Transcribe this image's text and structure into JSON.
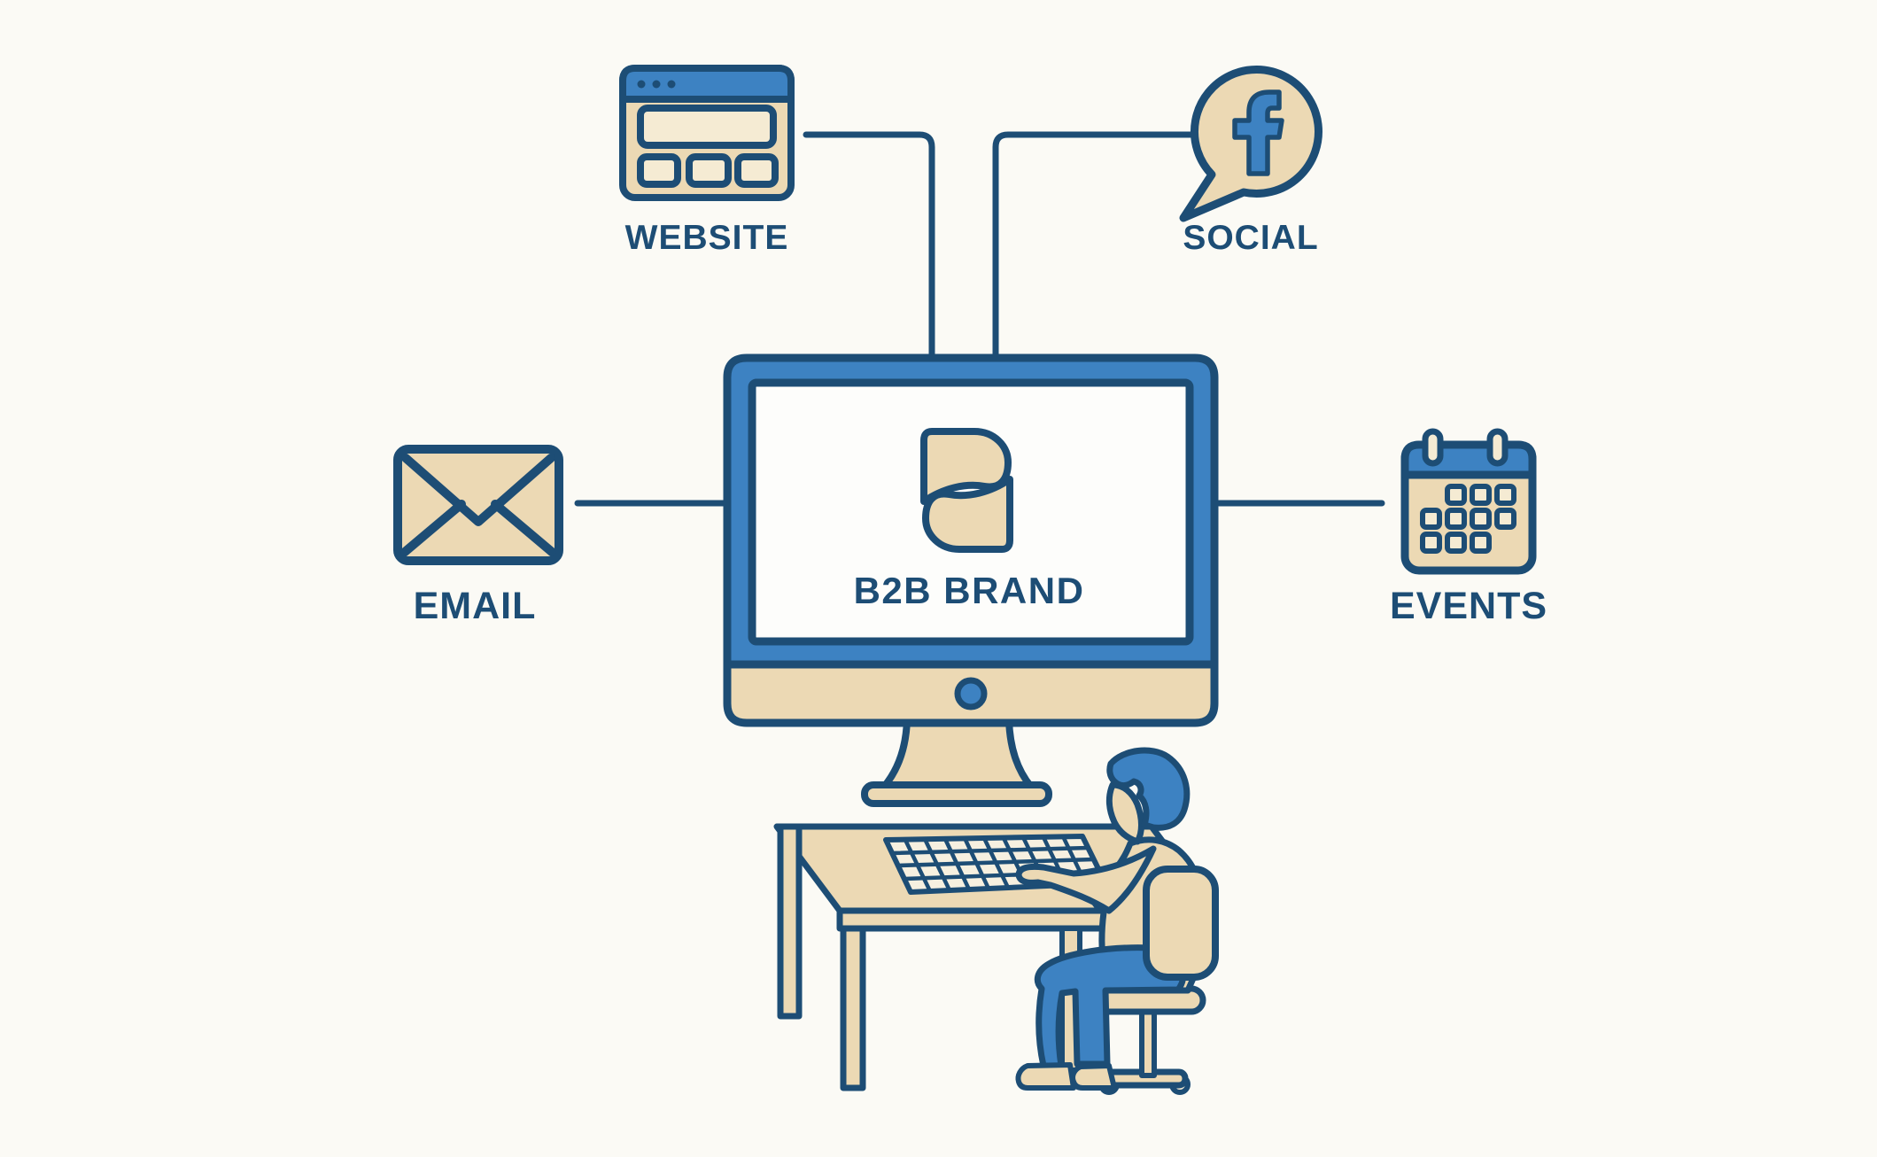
{
  "diagram": {
    "center": {
      "brand": "B2B BRAND",
      "logo_icon": "b-monogram-logo",
      "device_icon": "desktop-monitor-icon"
    },
    "channels": [
      {
        "id": "website",
        "label": "WEBSITE",
        "icon": "browser-window-icon",
        "position": "top-left"
      },
      {
        "id": "social",
        "label": "SOCIAL",
        "icon": "facebook-speech-bubble-icon",
        "position": "top-right"
      },
      {
        "id": "email",
        "label": "EMAIL",
        "icon": "envelope-icon",
        "position": "middle-left"
      },
      {
        "id": "events",
        "label": "EVENTS",
        "icon": "calendar-icon",
        "position": "middle-right"
      }
    ],
    "scene_icon": "person-typing-at-desk"
  },
  "colors": {
    "background": "#fbfaf5",
    "outline": "#1d4d75",
    "blue": "#3d82c2",
    "tan": "#ecd9b4",
    "cream": "#f5ebd3",
    "screen": "#fdfdfb",
    "keys": "#f6f0e0"
  }
}
